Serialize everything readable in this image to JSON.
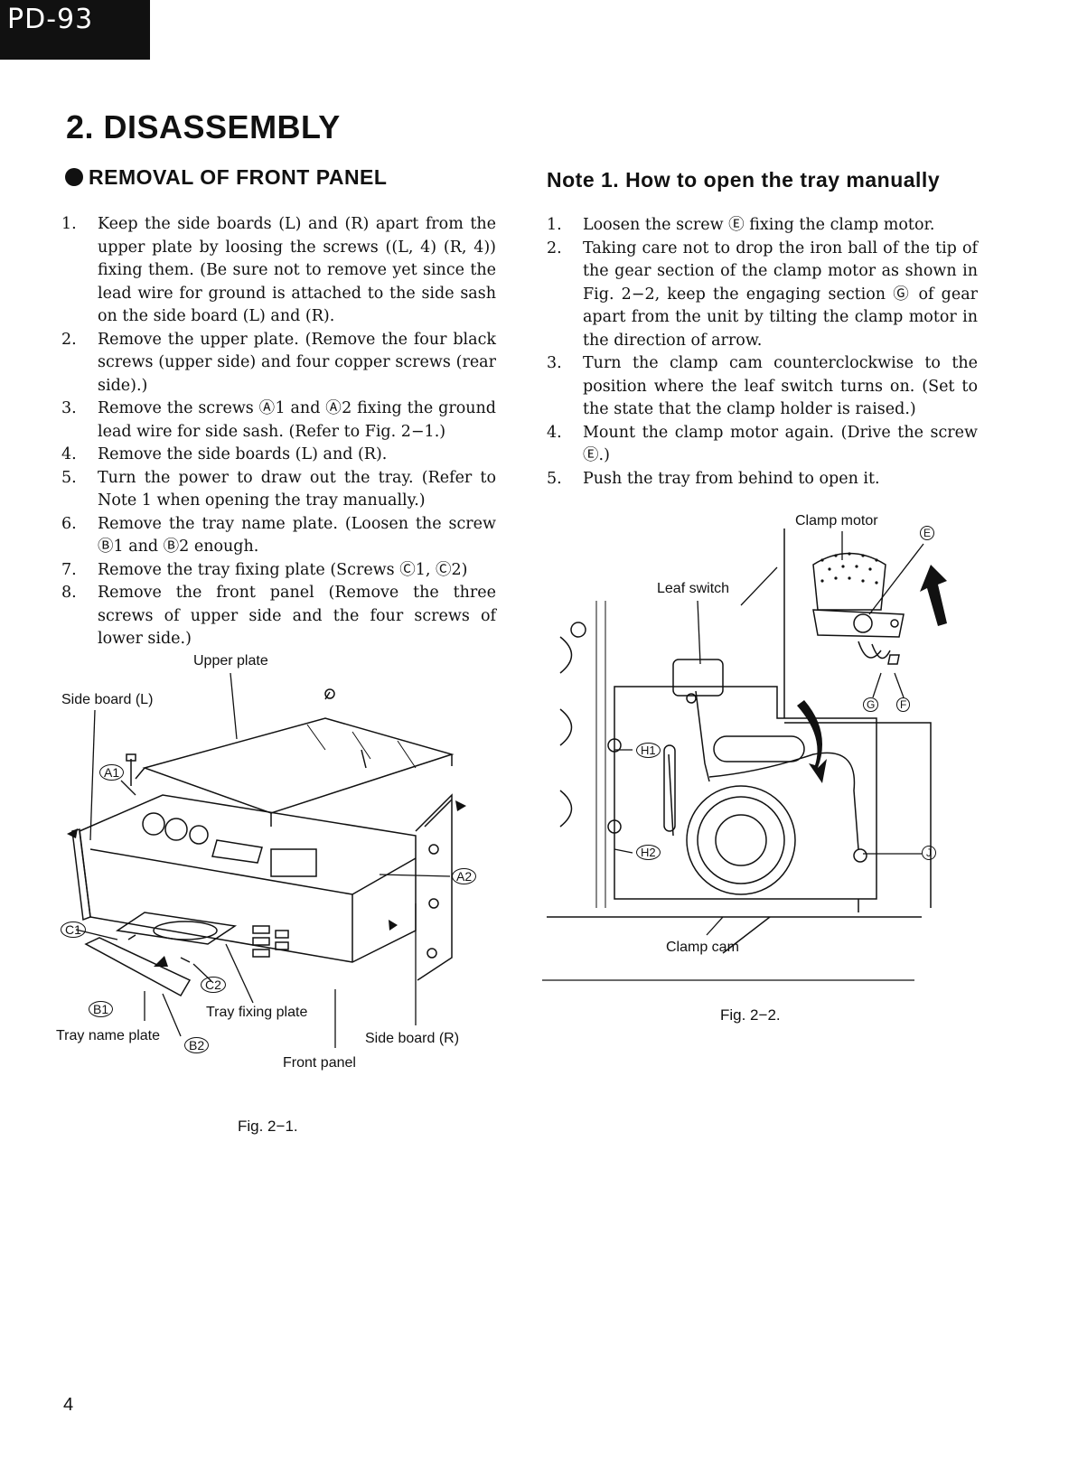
{
  "header": {
    "model": "PD-93"
  },
  "title": "2.  DISASSEMBLY",
  "left": {
    "heading": "REMOVAL  OF  FRONT  PANEL",
    "steps": [
      {
        "n": "1.",
        "text": "Keep the side boards (L) and (R) apart from the upper plate by loosing the screws ((L, 4) (R, 4)) fixing them. (Be sure not to remove yet since the lead wire for ground is attached to the side sash on the side board (L) and (R)."
      },
      {
        "n": "2.",
        "text": "Remove the upper plate. (Remove the four black screws (upper side) and four copper screws (rear side).)"
      },
      {
        "n": "3.",
        "text": "Remove the screws Ⓐ1 and Ⓐ2 fixing the ground lead wire for side sash. (Refer to Fig. 2−1.)"
      },
      {
        "n": "4.",
        "text": "Remove the side boards (L) and (R)."
      },
      {
        "n": "5.",
        "text": "Turn the power to draw out the tray. (Refer to Note 1 when opening the tray manually.)"
      },
      {
        "n": "6.",
        "text": "Remove the tray name plate. (Loosen the screw Ⓑ1 and Ⓑ2 enough."
      },
      {
        "n": "7.",
        "text": "Remove the tray fixing plate (Screws Ⓒ1, Ⓒ2)"
      },
      {
        "n": "8.",
        "text": "Remove the front panel (Remove the three screws of upper side and the four screws of lower side.)"
      }
    ]
  },
  "right": {
    "heading": "Note 1. How to open the tray manually",
    "steps": [
      {
        "n": "1.",
        "text": "Loosen the screw Ⓔ fixing the clamp motor."
      },
      {
        "n": "2.",
        "text": "Taking care not to drop the iron ball of the tip of the gear section of the clamp motor as shown in Fig. 2−2, keep the engaging section Ⓖ of gear apart from the unit by tilting the clamp motor in the direction of arrow."
      },
      {
        "n": "3.",
        "text": "Turn the clamp cam counterclockwise to the position where the leaf switch turns on. (Set to the state that the clamp holder is raised.)"
      },
      {
        "n": "4.",
        "text": "Mount the clamp motor again. (Drive the screw Ⓔ.)"
      },
      {
        "n": "5.",
        "text": "Push the tray from behind to open it."
      }
    ]
  },
  "fig1": {
    "caption": "Fig. 2−1.",
    "labels": {
      "upper_plate": "Upper plate",
      "side_board_l": "Side board (L)",
      "a1": "A1",
      "a2": "A2",
      "c1": "C1",
      "c2": "C2",
      "b1": "B1",
      "b2": "B2",
      "tray_fixing_plate": "Tray fixing plate",
      "tray_name_plate": "Tray name plate",
      "side_board_r": "Side board (R)",
      "front_panel": "Front panel"
    }
  },
  "fig2": {
    "caption": "Fig. 2−2.",
    "labels": {
      "clamp_motor": "Clamp motor",
      "leaf_switch": "Leaf switch",
      "e": "E",
      "g": "G",
      "f": "F",
      "h1": "H1",
      "h2": "H2",
      "j": "J",
      "clamp_cam": "Clamp cam"
    }
  },
  "page_number": "4"
}
